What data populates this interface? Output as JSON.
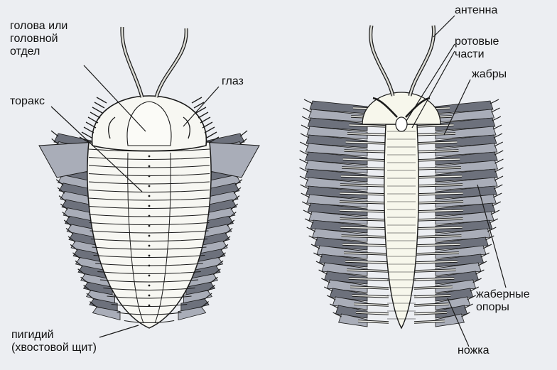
{
  "labels": {
    "head": [
      "голова или",
      "головной",
      "отдел"
    ],
    "eye": "глаз",
    "thorax": "торакс",
    "pygidium": [
      "пигидий",
      "(хвостовой щит)"
    ],
    "antenna": "антенна",
    "mouthparts": [
      "ротовые",
      "части"
    ],
    "gills": "жабры",
    "gill_supports": [
      "жаберные",
      "опоры"
    ],
    "leg": "ножка"
  },
  "colors": {
    "background": "#eceef2",
    "ink": "#1a1a1a",
    "body_fill": "#f7f7f2",
    "gill_fill": "#a9adb8",
    "gill_dark": "#6d717c"
  }
}
